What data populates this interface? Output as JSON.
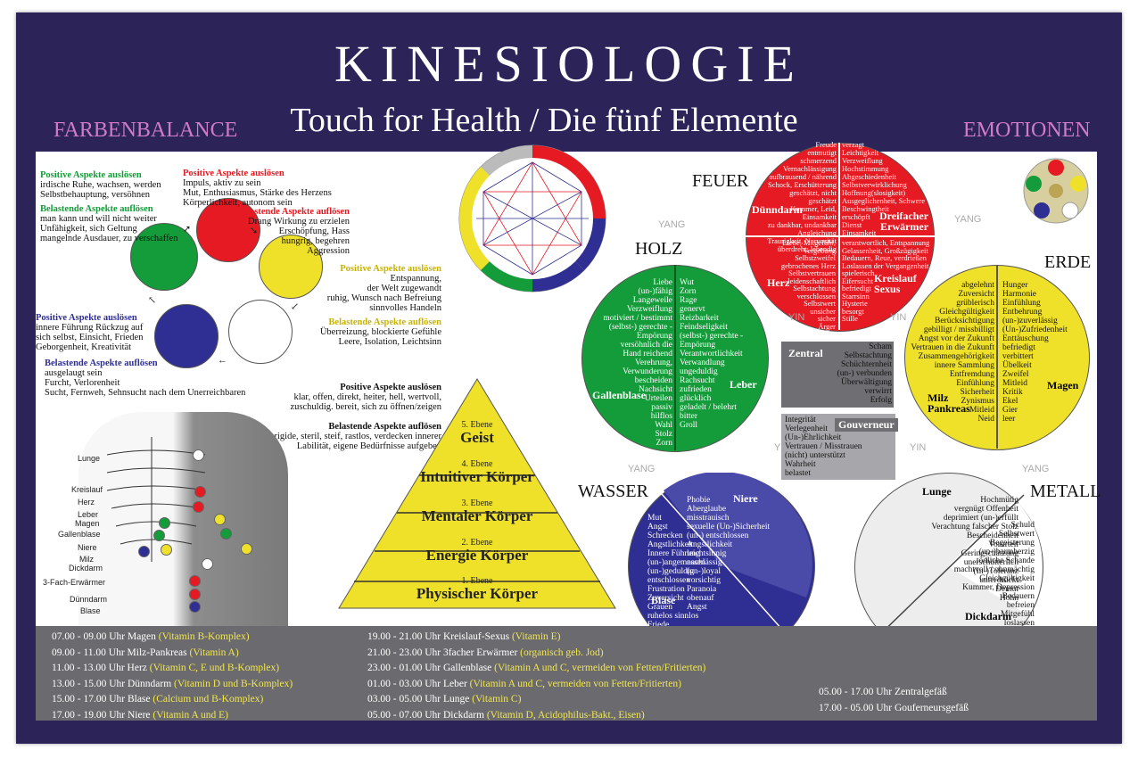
{
  "header": {
    "title": "KINESIOLOGIE",
    "subtitle": "Touch for Health / Die fünf Elemente",
    "left_label": "FARBENBALANCE",
    "right_label": "EMOTIONEN"
  },
  "colors": {
    "frame": "#2c2358",
    "green": "#149b3a",
    "red": "#e51a23",
    "yellow": "#efe12a",
    "blue": "#2f2f93",
    "white": "#ffffff",
    "grey_box": "#6f6f73",
    "schedule_bg": "#6b6b6f",
    "vitamin_text": "#f2e64d",
    "accent_pink": "#cf7bc6"
  },
  "color_balance": {
    "green": {
      "pos_head": "Positive Aspekte auslösen",
      "pos_text": "irdische Ruhe, wachsen, werden\nSelbstbehauptung, versöhnen",
      "neg_head": "Belastende Aspekte auflösen",
      "neg_text": "man kann und will nicht weiter\nUnfähigkeit, sich Geltung\nmangelnde Ausdauer, zu verschaffen"
    },
    "red": {
      "pos_head": "Positive Aspekte auslösen",
      "pos_text": "Impuls, aktiv zu sein\nMut, Enthusiasmus, Stärke des Herzens\nKörperlichkeit, autonom sein",
      "neg_head": "Belastende Aspekte auflösen",
      "neg_text": "Drang Wirkung zu erzielen\nErschöpfung, Hass\nhungrig, begehren\nAggression"
    },
    "yellow": {
      "pos_head": "Positive Aspekte auslösen",
      "pos_text": "Entspannung,\nder Welt zugewandt\nruhig, Wunsch nach Befreiung\nsinnvolles Handeln",
      "neg_head": "Belastende Aspekte auflösen",
      "neg_text": "Überreizung, blockierte Gefühle\nLeere, Isolation, Leichtsinn"
    },
    "blue": {
      "pos_head": "Positive Aspekte auslösen",
      "pos_text": "innere Führung Rückzug auf\nsich selbst, Einsicht, Frieden\nGeborgenheit, Kreativität",
      "neg_head": "Belastende Aspekte auflösen",
      "neg_text": "ausgelaugt sein\nFurcht, Verlorenheit\nSucht, Fernweh, Sehnsucht nach dem Unerreichbaren"
    },
    "white": {
      "pos_head": "Positive Aspekte auslösen",
      "pos_text": "klar, offen, direkt, heiter,  hell, wertvoll,\nzuschuldig. bereit, sich zu öffnen/zeigen",
      "neg_head": "Belastende Aspekte auflösen",
      "neg_text": "rigide, steril, steif, rastlos, verdecken innerer\nLabilität, eigene Bedürfnisse aufgeben"
    }
  },
  "body_points": [
    "Lunge",
    "Kreislauf",
    "Herz",
    "Leber",
    "Magen",
    "Gallenblase",
    "Niere",
    "Milz",
    "Dickdarm",
    "3-Fach-Erwärmer",
    "Dünndarm",
    "Blase"
  ],
  "pyramid": [
    {
      "n": "5. Ebene",
      "t": "Geist"
    },
    {
      "n": "4. Ebene",
      "t": "Intuitiver Körper"
    },
    {
      "n": "3. Ebene",
      "t": "Mentaler Körper"
    },
    {
      "n": "2. Ebene",
      "t": "Energie Körper"
    },
    {
      "n": "1. Ebene",
      "t": "Physischer Körper"
    }
  ],
  "elements": {
    "feuer": {
      "label": "FEUER",
      "organ_left_top": "Dünndarm",
      "organ_right_top": "Dreifacher\nErwärmer",
      "organ_left_bottom": "Herz",
      "organ_right_bottom": "Kreislauf\nSexus",
      "text_tl": "Freude\nentmutigt\nschmerzend\nVernachlässigung\naufbrausend / nährend\nSchock, Erschütterung\ngeschätzt, nicht geschätzt\nKummer, Leid, Einsamkeit\nzu dankbar, undankbar\nAngleichung\nTraurigkeit, Nervosität\nüberdreht, lebendig",
      "text_tr": "verzagt\nLeichtigkeit\nVerzweiflung\nHochstimmung\nAbgeschiedenheit\nSelbstverwirklichung\nHoffnung(slosigkeit)\nAusgeglichenheit, Schwere\nBeschwingtheit\nerschöpft\nDienst\nEinsamkeit",
      "text_bl": "Liebe, Mitgefühl, Vergebung\nSelbstzweifel\ngebrochenes Herz\nSelbstvertrauen\nleidenschaftlich\nSelbstachtung\nverschlossen\nSelbstwert\nunsicher\nsicher\nÄrger\nHass",
      "text_br": "verantwortlich, Entspannung\nGelassenheit, Großzügigkeit\nBedauern, Reue, verdrießen\nLoslassen der Vergangenheit\nspielerisch\nEifersucht\nbefriedigt\nStarrsinn\nHysterie\nbesorgt\nStille"
    },
    "holz": {
      "label": "HOLZ",
      "organ_left": "Gallenblase",
      "organ_right": "Leber",
      "text_left": "Liebe\n(un-)fähig\nLangeweile\nVerzweiflung\nmotiviert / bestimmt\n(selbst-) gerechte -\nEmpörung\nversöhnlich die\nHand reichend\nVerehrung, Verwunderung\nbescheiden\nNachsicht\nUrteilen\npassiv\nhilflos\nWahl\nStolz\nZorn",
      "text_right": "Wut\nZorn\nRage\ngenervt\nReizbarkeit\nFeindseligkeit\n(selbst-) gerechte -\nEmpörung\nVerantwortlichkeit\nVerwandlung\nungeduldig\nRachsucht\nzufrieden\nglücklich\ngeladelt / belehrt\nbitter\nGroll"
    },
    "erde": {
      "label": "ERDE",
      "organ_left": "Milz\nPankreas",
      "organ_right": "Magen",
      "text_left": "abgelehnt\nZuversicht\ngrüblerisch\nGleichgültigkeit\nBerücksichtigung\ngebilligt / missbilligt\nAngst vor der Zukunft\nVertrauen in die Zukunft\nZusammengehörigkeit\ninnere Sammlung\nEntfremdung\nEinfühlung\nSicherheit\nZynismus\nMitleid\nNeid",
      "text_right": "Hunger\nHarmonie\nEinfühlung\nEntbehrung\n(un-)zuverlässig\n(Un-)Zufriedenheit\nEnttäuschung\nbefriedigt\nverbittert\nÜbelkeit\nZweifel\nMitleid\nKritik\nEkel\nGier\nleer"
    },
    "wasser": {
      "label": "WASSER",
      "organ_top": "Niere",
      "organ_bottom": "Blase",
      "text_top": "Phobie\nAberglaube\nmisstrauisch\nsexuelle (Un-)Sicherheit\n(un-) entschlossen\nAngstlichkeit\nleichtsinnig\nnachlässig\n(un-)loyal\nvorsichtig\nParanoia\nobenauf\nAngst",
      "text_bottom": "Mut\nAngst\nSchrecken\nAngstlichkeit\nInnere Führung\n(un-)angemessen\n(un-)geduldig\nentschlossen\nFrustration\nZuversicht\nGrauen\nruhelos  sinnlos\nFriede"
    },
    "metall": {
      "label": "METALL",
      "organ_top": "Lunge",
      "organ_bottom": "Dickdarm",
      "text_top": "Hochmütig\nvergnügt  Offenheit\ndeprimiert  (un-)erfüllt\nVerachtung  falscher Stolz\nBescheidenheit\nVorurteil\nGeringschätzung\nunerschütterlich\n(In-)Toleranz\nunterdrückt\nDemut\nHohn",
      "text_right": "Schuld\nSelbstwert\nBegeisterung\n(un-)barmherzig\ntödliche Schande\nmachtvoll / ohnmächtig\nGleichgültigkeit\nKummer, Depression\nBedauern\nbefreien\nMitgefühl\nloslassen\nTraurigkeit"
    }
  },
  "yin_yang": {
    "yang": "YANG",
    "yin": "YIN"
  },
  "zentral": {
    "label": "Zentral",
    "text": "Scham\nSelbstachtung\nSchüchternheit\n(un-) verbunden\nÜberwältigung\nverwirrt\nErfolg"
  },
  "gouverneur": {
    "label": "Gouverneur",
    "text": "Integrität\nVerlegenheit\n(Un-)Ehrlichkeit\nVertrauen / Misstrauen\n(nicht) unterstützt\nWahrheit\nbelastet"
  },
  "schedule": {
    "col1": [
      {
        "t": "07.00 - 09.00 Uhr Magen ",
        "v": "(Vitamin B-Komplex)"
      },
      {
        "t": "09.00 - 11.00 Uhr Milz-Pankreas ",
        "v": "(Vitamin A)"
      },
      {
        "t": "11.00 - 13.00 Uhr Herz ",
        "v": "(Vitamin C, E und B-Komplex)"
      },
      {
        "t": "13.00 - 15.00 Uhr Dünndarm ",
        "v": "(Vitamin D und B-Komplex)"
      },
      {
        "t": "15.00 - 17.00 Uhr Blase ",
        "v": "(Calcium und B-Komplex)"
      },
      {
        "t": "17.00 - 19.00 Uhr Niere ",
        "v": "(Vitamin A und E)"
      }
    ],
    "col2": [
      {
        "t": "19.00 - 21.00 Uhr Kreislauf-Sexus ",
        "v": "(Vitamin E)"
      },
      {
        "t": "21.00 - 23.00 Uhr 3facher Erwärmer ",
        "v": "(organisch geb. Jod)"
      },
      {
        "t": "23.00 - 01.00 Uhr Gallenblase ",
        "v": "(Vitamin A und C, vermeiden von Fetten/Fritierten)"
      },
      {
        "t": "01.00 - 03.00 Uhr Leber ",
        "v": "(Vitamin A und C, vermeiden von Fetten/Fritierten)"
      },
      {
        "t": "03.00 - 05.00 Uhr Lunge ",
        "v": "(Vitamin C)"
      },
      {
        "t": "05.00 - 07.00 Uhr Dickdarm ",
        "v": "(Vitamin  D, Acidophilus-Bakt., Eisen)"
      }
    ],
    "col3": [
      {
        "t": "05.00 - 17.00 Uhr Zentralgefäß",
        "v": ""
      },
      {
        "t": "17.00 - 05.00 Uhr Gouferneursgefäß",
        "v": ""
      }
    ]
  }
}
